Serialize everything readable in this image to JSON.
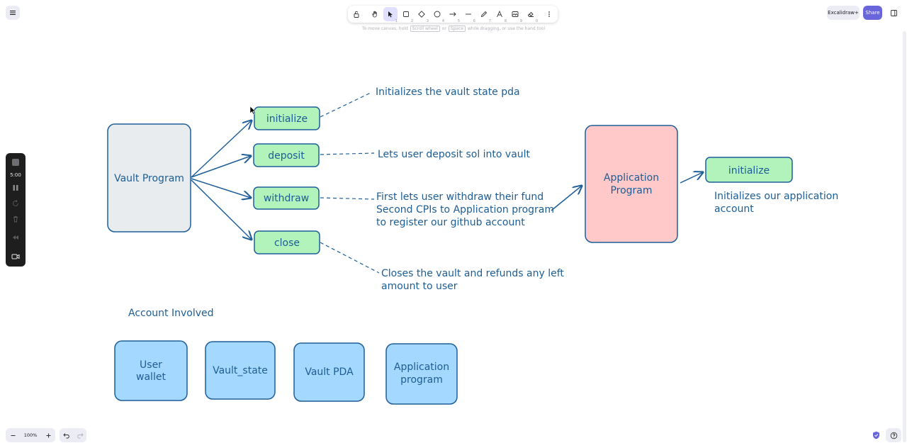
{
  "toolbar": {
    "tools": [
      {
        "name": "lock-tool",
        "num": ""
      },
      {
        "name": "hand-tool",
        "num": ""
      },
      {
        "name": "selection-tool",
        "num": "1"
      },
      {
        "name": "rectangle-tool",
        "num": "2"
      },
      {
        "name": "diamond-tool",
        "num": "3"
      },
      {
        "name": "ellipse-tool",
        "num": "4"
      },
      {
        "name": "arrow-tool",
        "num": "5"
      },
      {
        "name": "line-tool",
        "num": "6"
      },
      {
        "name": "draw-tool",
        "num": "7"
      },
      {
        "name": "text-tool",
        "num": "8"
      },
      {
        "name": "image-tool",
        "num": "9"
      },
      {
        "name": "eraser-tool",
        "num": "0"
      }
    ],
    "hint_pre": "To move canvas, hold",
    "hint_key1": "Scroll wheel",
    "hint_mid": "or",
    "hint_key2": "Space",
    "hint_post": "while dragging, or use the hand tool"
  },
  "header": {
    "excalidraw_plus": "Excalidraw+",
    "share": "Share"
  },
  "recorder": {
    "time": "5:00"
  },
  "footer": {
    "zoom": "100%"
  },
  "canvas": {
    "vault_program": "Vault Program",
    "instructions": [
      "initialize",
      "deposit",
      "withdraw",
      "close"
    ],
    "desc_initialize": "Initializes the vault state pda",
    "desc_deposit": "Lets user deposit sol into vault",
    "desc_withdraw": [
      "First lets user withdraw their fund",
      "Second CPIs to Application program",
      "to register our github account"
    ],
    "desc_close": [
      "Closes the vault and refunds any left",
      "amount to user"
    ],
    "application_program": [
      "Application",
      "Program"
    ],
    "app_initialize": "initialize",
    "app_init_desc": [
      "Initializes our application",
      "account"
    ],
    "accounts_heading": "Account Involved",
    "accounts": [
      [
        "User",
        "wallet"
      ],
      [
        "Vault_state"
      ],
      [
        "Vault PDA"
      ],
      [
        "Application",
        "program"
      ]
    ]
  },
  "colors": {
    "stroke": "#1e5e99",
    "text": "#1d5d94",
    "green": "#b2f2bb",
    "gray": "#e9ecef",
    "pink": "#ffc9c9",
    "blue": "#a5d8ff",
    "accent": "#6965db"
  }
}
